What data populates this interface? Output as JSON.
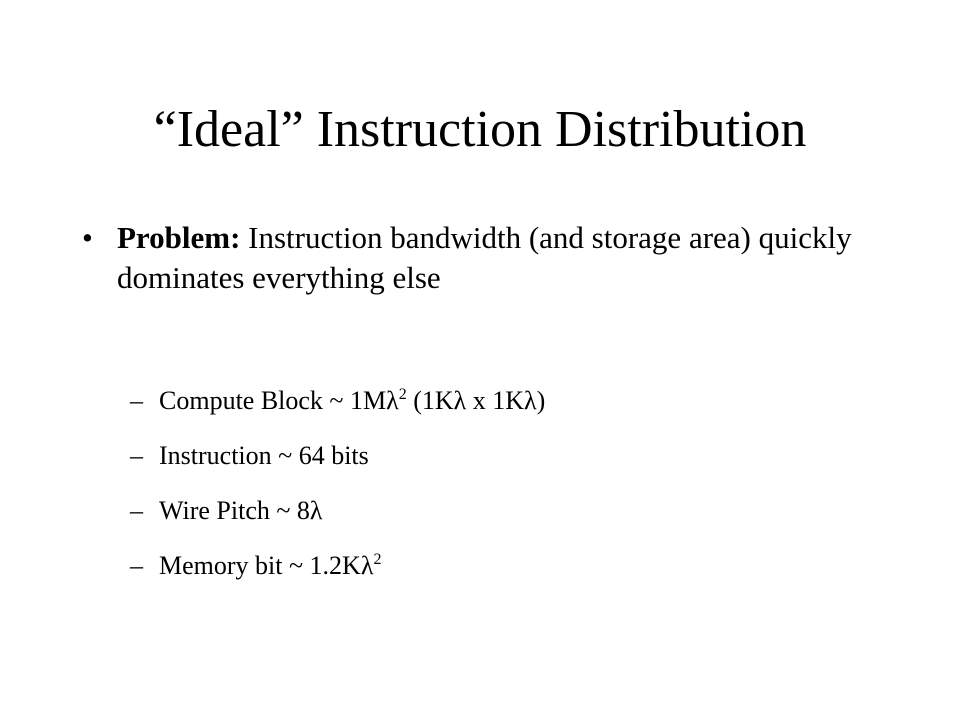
{
  "slide": {
    "title": "“Ideal” Instruction Distribution",
    "bullet": {
      "marker": "•",
      "label": "Problem:",
      "text": " Instruction bandwidth (and storage area) quickly dominates everything else"
    },
    "sub_marker": "–",
    "sub_items": [
      {
        "pre": "Compute Block ~ 1Mλ",
        "sup": "2",
        "post": " (1Kλ x 1Kλ)"
      },
      {
        "pre": "Instruction ~ 64 bits",
        "sup": "",
        "post": ""
      },
      {
        "pre": "Wire Pitch ~ 8λ",
        "sup": "",
        "post": ""
      },
      {
        "pre": "Memory bit ~ 1.2Kλ",
        "sup": "2",
        "post": ""
      }
    ]
  }
}
